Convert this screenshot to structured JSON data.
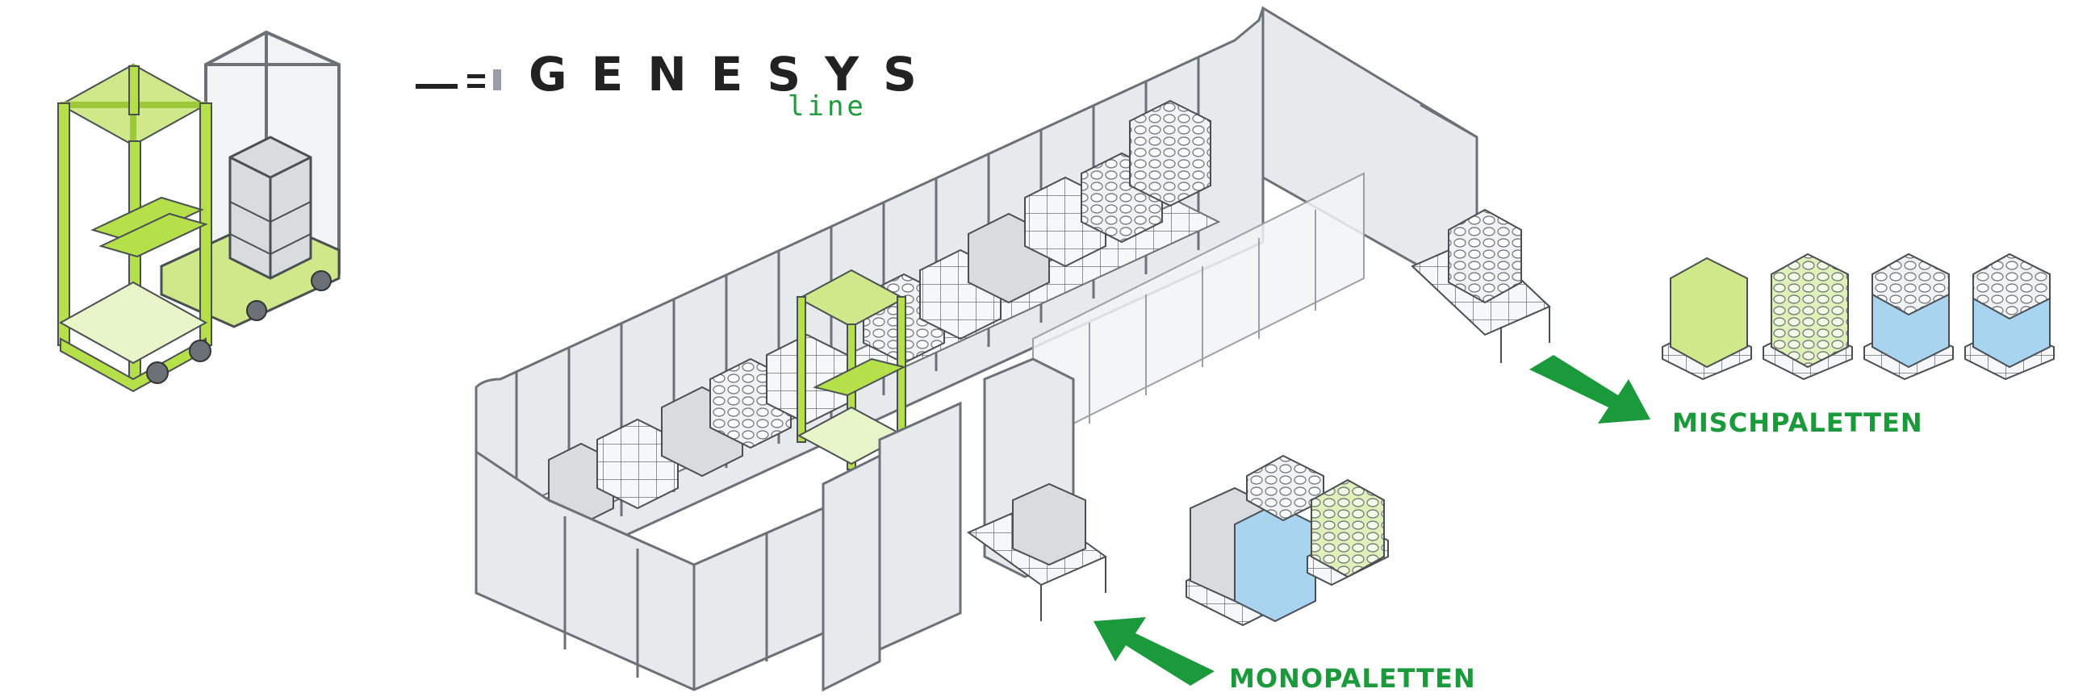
{
  "logo": {
    "brand": "GENESYS",
    "sub": "line"
  },
  "labels": {
    "mixed_pallets": "MISCHPALETTEN",
    "mono_pallets": "MONOPALETTEN"
  },
  "colors": {
    "accent_green": "#1a9a3a",
    "frame_green": "#b6e04a",
    "wall_grey": "#e6eaec",
    "outline": "#4a4f54"
  }
}
